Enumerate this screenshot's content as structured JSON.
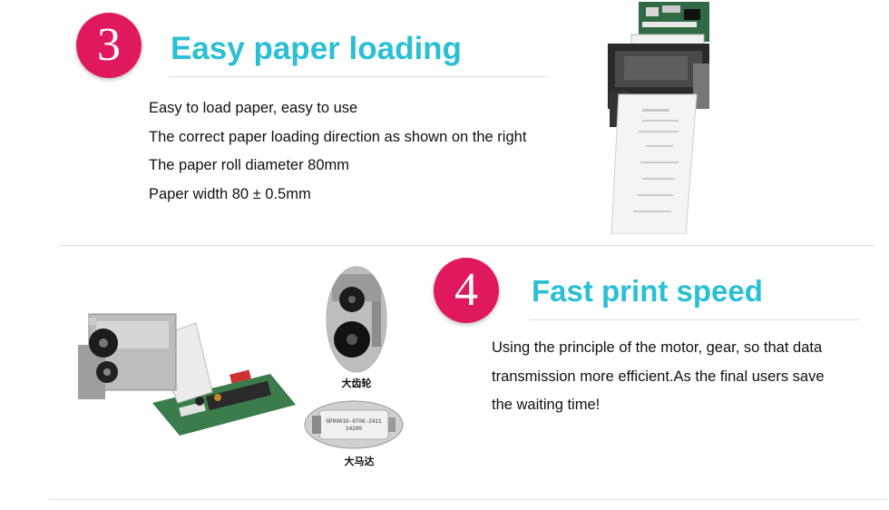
{
  "section3": {
    "number": "3",
    "title": "Easy paper loading",
    "lines": [
      "Easy to load paper, easy to use",
      "The correct paper loading direction as shown on the right",
      "The paper roll diameter 80mm",
      "Paper width 80 ± 0.5mm"
    ]
  },
  "section4": {
    "number": "4",
    "title": "Fast print speed",
    "lines": [
      "Using the principle of the motor, gear, so that data",
      "transmission more efficient.As the final users save",
      "the waiting time!"
    ]
  },
  "captions": {
    "gear": "大齿轮",
    "motor": "大马达"
  },
  "motor_label_text": [
    "GP00010-0706-2411",
    "14200"
  ],
  "colors": {
    "badge": "#e0195e",
    "heading": "#2bbfd6",
    "rule": "#dddddd"
  }
}
